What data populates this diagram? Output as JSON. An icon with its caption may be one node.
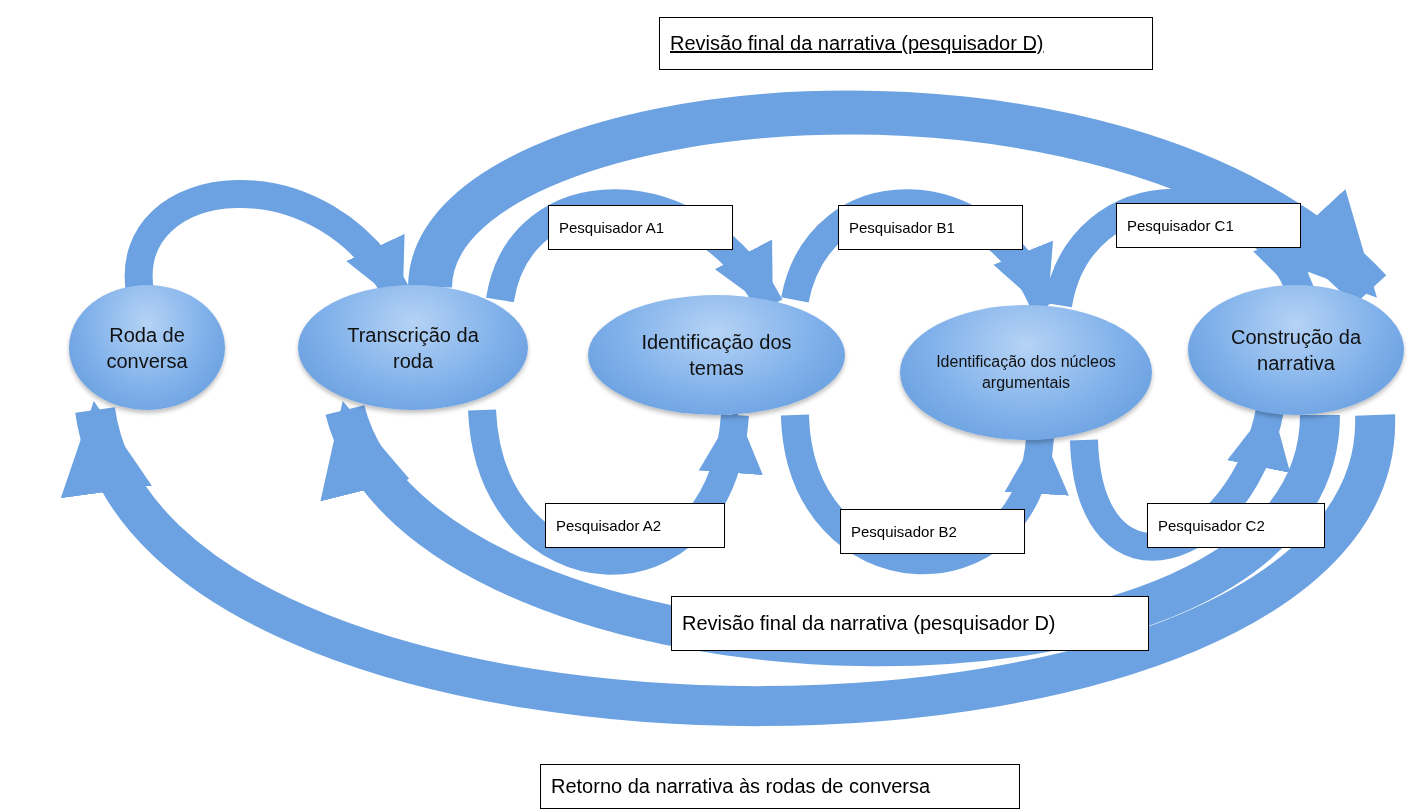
{
  "diagram": {
    "nodes": [
      {
        "text": [
          "Roda de conversa"
        ]
      },
      {
        "text": [
          "Transcrição da roda"
        ]
      },
      {
        "text": [
          "Identificação dos temas"
        ]
      },
      {
        "text": [
          "Identificação dos núcleos argumentais"
        ]
      },
      {
        "text": [
          "Construção da narrativa"
        ]
      }
    ],
    "edges": [
      {
        "from": 0,
        "to": 1,
        "arrow": "to"
      },
      {
        "from": 1,
        "to": 2,
        "arrow": "to",
        "label": "Pesquisador A1"
      },
      {
        "from": 1,
        "to": 2,
        "arrow": "to",
        "label": "Pesquisador A2"
      },
      {
        "from": 2,
        "to": 3,
        "arrow": "to",
        "label": "Pesquisador B1"
      },
      {
        "from": 2,
        "to": 3,
        "arrow": "to",
        "label": "Pesquisador B2"
      },
      {
        "from": 3,
        "to": 4,
        "arrow": "to",
        "label": "Pesquisador C1"
      },
      {
        "from": 3,
        "to": 4,
        "arrow": "to",
        "label": "Pesquisador C2"
      },
      {
        "from": 1,
        "to": 4,
        "arrow": "to",
        "label": "Revisão final da narrativa (pesquisador D)"
      },
      {
        "from": 4,
        "to": 1,
        "arrow": "to",
        "label": "Revisão final da narrativa (pesquisador D)"
      },
      {
        "from": 4,
        "to": 0,
        "arrow": "to",
        "label": "Retorno da narrativa às rodas de conversa"
      }
    ]
  }
}
